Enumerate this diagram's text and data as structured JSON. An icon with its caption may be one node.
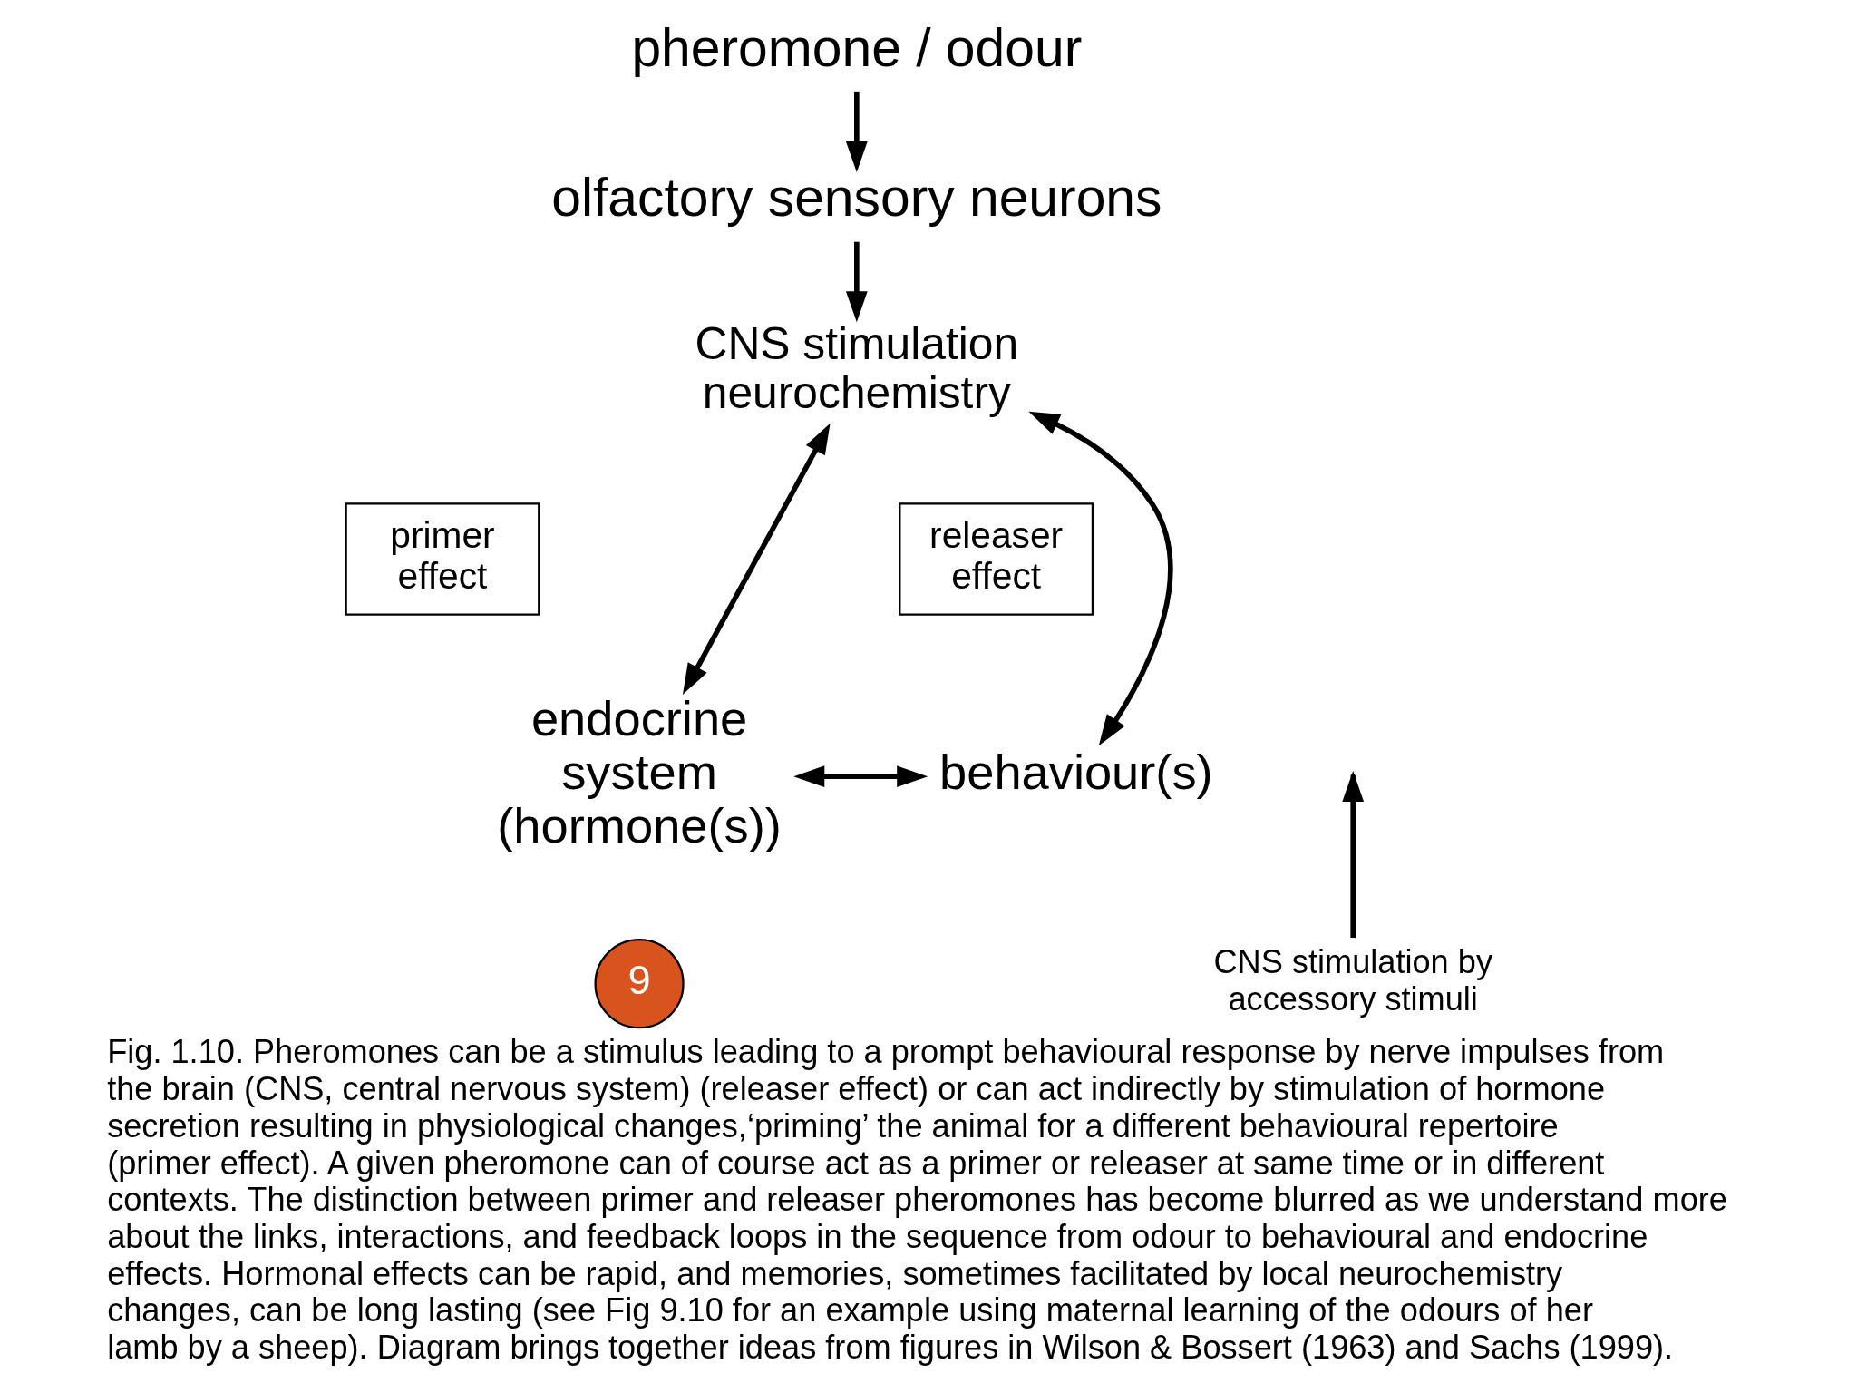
{
  "diagram": {
    "caption": "Fig. 1.10. Pheromones can be a stimulus leading to a prompt behavioural response by nerve impulses from the brain (CNS, central nervous system) (releaser effect) or can act indirectly by stimulation of hormone secretion resulting in physiological changes,‘priming’ the animal for a different behavioural repertoire (primer effect). A given pheromone can of course act as a primer or releaser at same time or in different contexts. The distinction between primer and releaser pheromones has become blurred as we understand more about the links, interactions, and feedback loops in the sequence from odour to behavioural and endocrine effects. Hormonal effects can be rapid, and memories, sometimes facilitated by local neurochemistry changes, can be long lasting (see Fig 9.10 for an example using maternal learning of the odours of her lamb by a sheep). Diagram brings together ideas from figures in Wilson & Bossert (1963) and Sachs (1999).",
    "nodes": [
      {
        "text": [
          "pheromone / odour"
        ]
      },
      {
        "text": [
          "olfactory sensory neurons"
        ]
      },
      {
        "text": [
          "CNS stimulation",
          "neurochemistry"
        ]
      },
      {
        "text": [
          "primer effect"
        ]
      },
      {
        "text": [
          "releaser effect"
        ]
      },
      {
        "text": [
          "endocrine system (hormone(s))"
        ]
      },
      {
        "text": [
          "behaviour(s)"
        ]
      },
      {
        "text": [
          "CNS stimulation by accessory stimuli"
        ]
      }
    ],
    "edges": [
      {
        "from": 0,
        "to": 1,
        "arrow": "to"
      },
      {
        "from": 1,
        "to": 2,
        "arrow": "to"
      },
      {
        "from": 5,
        "to": 2,
        "arrow": "both"
      },
      {
        "from": 2,
        "to": 6,
        "arrow": "both"
      },
      {
        "from": 5,
        "to": 6,
        "arrow": "both"
      },
      {
        "from": 7,
        "to": null,
        "arrow": "to"
      }
    ],
    "labels": [
      "9"
    ]
  }
}
